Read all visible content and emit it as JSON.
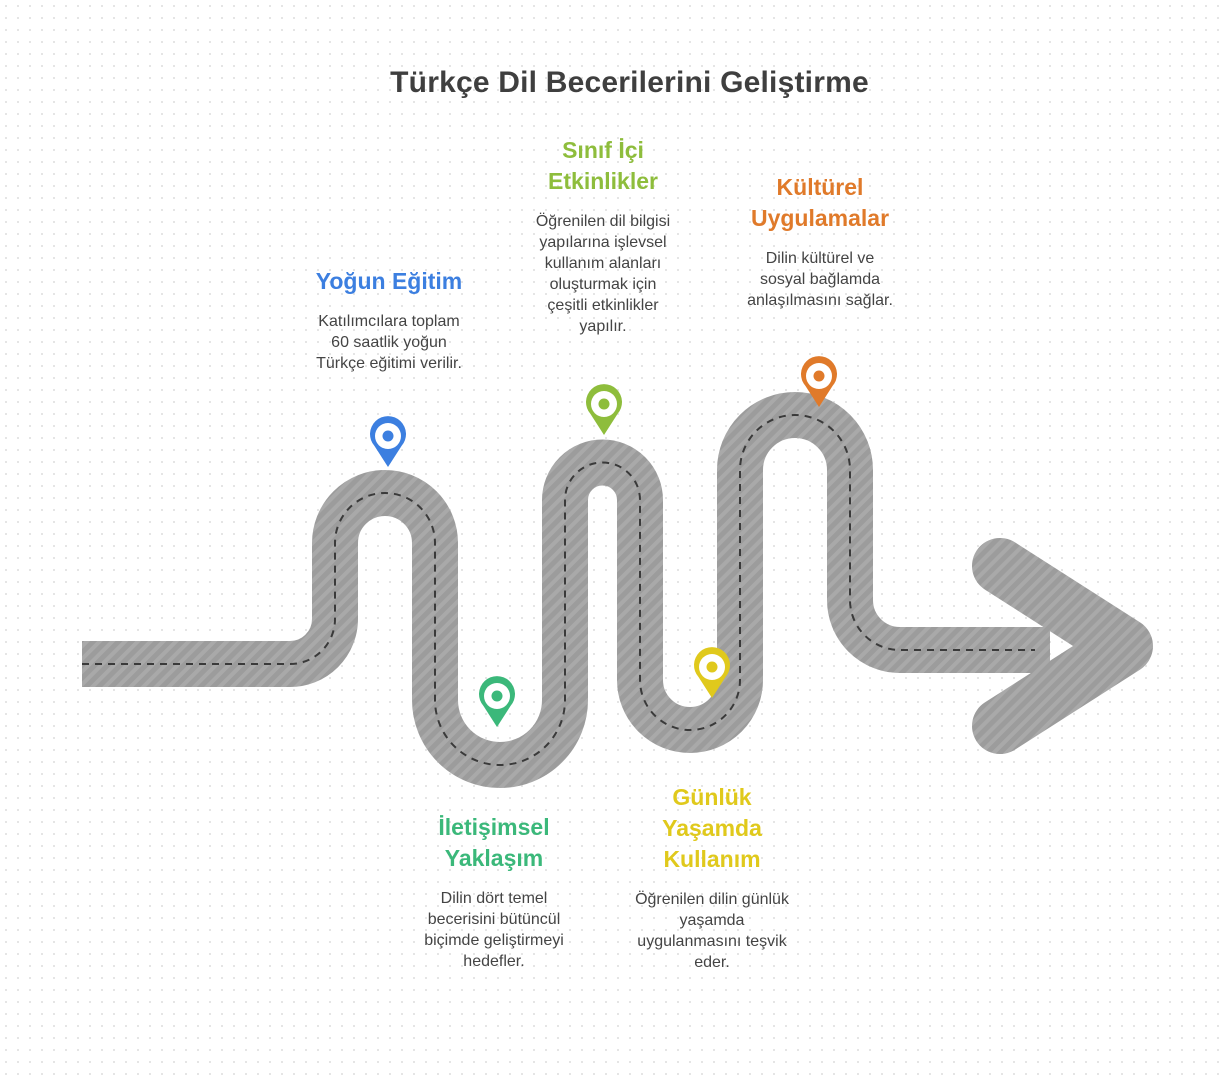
{
  "title": "Türkçe Dil Becerilerini Geliştirme",
  "colors": {
    "road": "#9a9a9a",
    "blue": "#3c7fe0",
    "green": "#3bb87a",
    "lime": "#8ebd3c",
    "yellow": "#e0c91c",
    "orange": "#e07a2a"
  },
  "steps": [
    {
      "title_lines": [
        "Yoğun Eğitim"
      ],
      "desc_lines": [
        "Katılımcılara toplam",
        "60 saatlik yoğun",
        "Türkçe eğitimi verilir."
      ],
      "icon": "location-pin-icon",
      "color": "#3c7fe0"
    },
    {
      "title_lines": [
        "İletişimsel",
        "Yaklaşım"
      ],
      "desc_lines": [
        "Dilin dört temel",
        "becerisini bütüncül",
        "biçimde geliştirmeyi",
        "hedefler."
      ],
      "icon": "location-pin-icon",
      "color": "#3bb87a"
    },
    {
      "title_lines": [
        "Sınıf İçi",
        "Etkinlikler"
      ],
      "desc_lines": [
        "Öğrenilen dil bilgisi",
        "yapılarına işlevsel",
        "kullanım alanları",
        "oluşturmak için",
        "çeşitli etkinlikler",
        "yapılır."
      ],
      "icon": "location-pin-icon",
      "color": "#8ebd3c"
    },
    {
      "title_lines": [
        "Günlük",
        "Yaşamda",
        "Kullanım"
      ],
      "desc_lines": [
        "Öğrenilen dilin günlük",
        "yaşamda",
        "uygulanmasını teşvik",
        "eder."
      ],
      "icon": "location-pin-icon",
      "color": "#e0c91c"
    },
    {
      "title_lines": [
        "Kültürel",
        "Uygulamalar"
      ],
      "desc_lines": [
        "Dilin kültürel ve",
        "sosyal bağlamda",
        "anlaşılmasını sağlar."
      ],
      "icon": "location-pin-icon",
      "color": "#e07a2a"
    }
  ]
}
